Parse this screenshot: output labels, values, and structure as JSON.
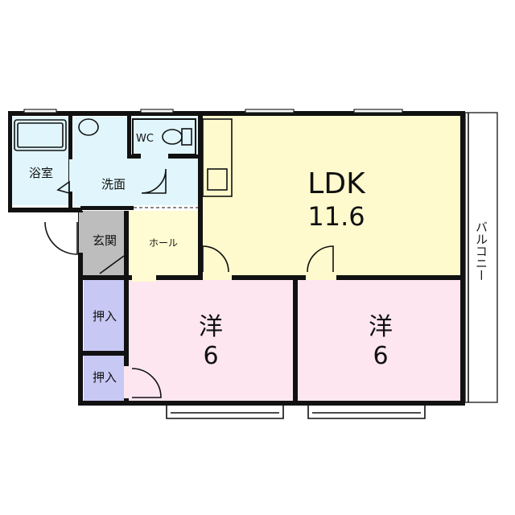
{
  "rooms": {
    "bath": "浴室",
    "wash": "洗面",
    "wc": "WC",
    "ldk": {
      "label": "LDK",
      "size": "11.6"
    },
    "entrance": "玄関",
    "hall": "ホール",
    "closet_top": "押入",
    "closet_bottom": "押入",
    "room_left": {
      "label": "洋",
      "size": "6"
    },
    "room_right": {
      "label": "洋",
      "size": "6"
    },
    "balcony": "バルコニー"
  },
  "colors": {
    "ldk": "#FFFACD",
    "wet_area": "#E0F6FC",
    "hall": "#FFFBD2",
    "entrance": "#BDBDBD",
    "closet": "#C8C8F4",
    "bedroom": "#FDE6F0",
    "wall": "#111111"
  }
}
